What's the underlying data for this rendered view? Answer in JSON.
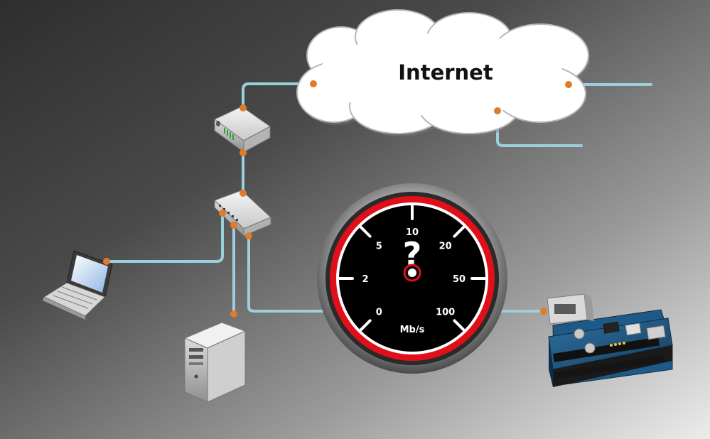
{
  "cloud": {
    "label": "Internet"
  },
  "gauge": {
    "ticks": [
      "0",
      "2",
      "5",
      "10",
      "20",
      "50",
      "100"
    ],
    "unit": "Mb/s",
    "value_text": "?"
  },
  "colors": {
    "cable": "#9ccfdc",
    "port": "#e07b2a",
    "gauge_ring": "#e0101a",
    "background_dark": "#2f2f2f",
    "background_light": "#e6e6e6"
  },
  "devices": [
    {
      "id": "modem",
      "icon": "modem-icon"
    },
    {
      "id": "switch",
      "icon": "network-switch-icon"
    },
    {
      "id": "laptop",
      "icon": "laptop-icon"
    },
    {
      "id": "server",
      "icon": "server-tower-icon"
    },
    {
      "id": "board",
      "icon": "arduino-ethernet-shield-icon"
    }
  ]
}
